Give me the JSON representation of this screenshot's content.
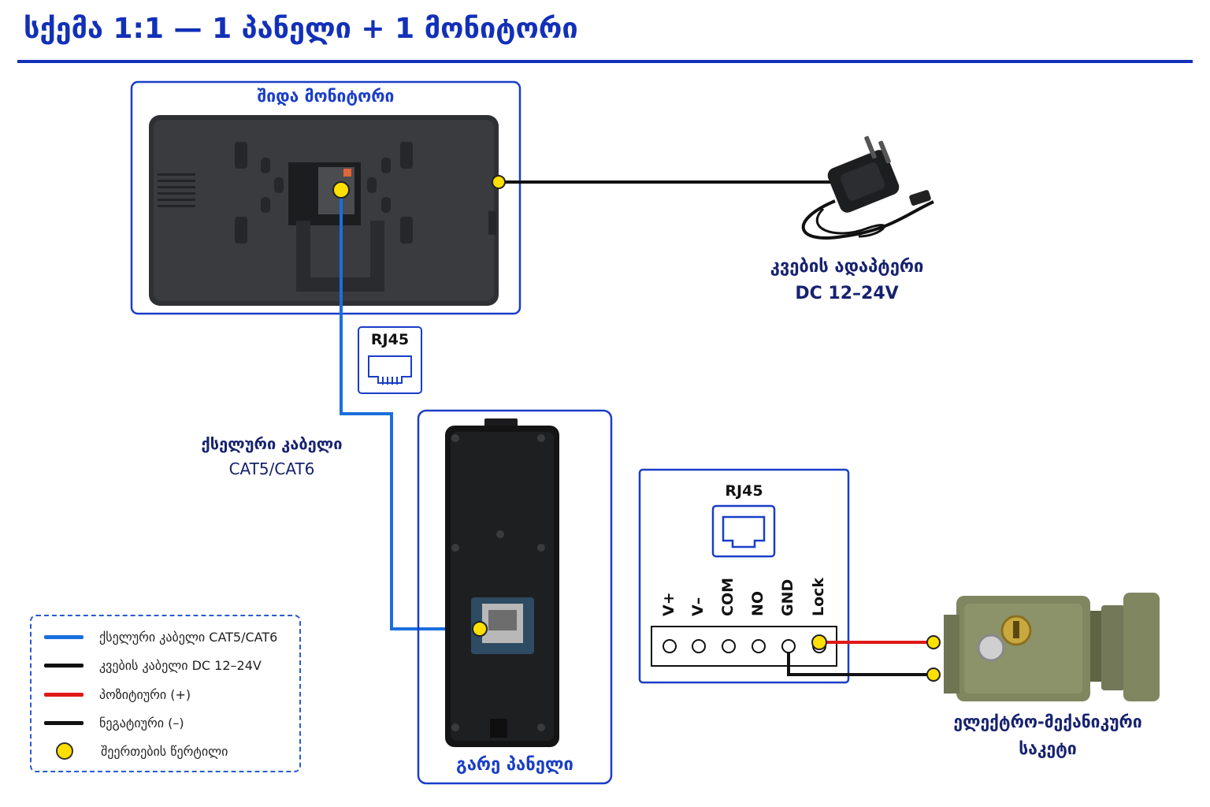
{
  "title": "სქემა 1:1 — 1 პანელი + 1 მონიტორი",
  "colors": {
    "brand_blue": "#1230b8",
    "cable_blue": "#1b6fdc",
    "power_black": "#111111",
    "positive_red": "#e01818",
    "connection_yellow": "#ffe000"
  },
  "monitor": {
    "label": "შიდა მონიტორი"
  },
  "adapter": {
    "label": "კვების ადაპტერი",
    "voltage": "DC 12–24V"
  },
  "rj45_mid": {
    "label": "RJ45"
  },
  "cable": {
    "label_line1": "ქსელური კაბელი",
    "label_line2": "CAT5/CAT6"
  },
  "panel": {
    "label": "გარე პანელი"
  },
  "terminal": {
    "rj45_label": "RJ45",
    "pins": [
      "V+",
      "V–",
      "COM",
      "NO",
      "GND",
      "Lock"
    ]
  },
  "lock": {
    "label_line1": "ელექტრო-მექანიკური",
    "label_line2": "საკეტი"
  },
  "legend": {
    "items": [
      {
        "text": "ქსელური კაბელი CAT5/CAT6",
        "color": "#1b6fdc"
      },
      {
        "text": "კვების კაბელი DC 12–24V",
        "color": "#111111"
      },
      {
        "text": "პოზიტიური (+)",
        "color": "#e01818"
      },
      {
        "text": "ნეგატიური (–)",
        "color": "#111111"
      },
      {
        "text": "შეერთების წერტილი",
        "color": "#ffe000"
      }
    ]
  }
}
